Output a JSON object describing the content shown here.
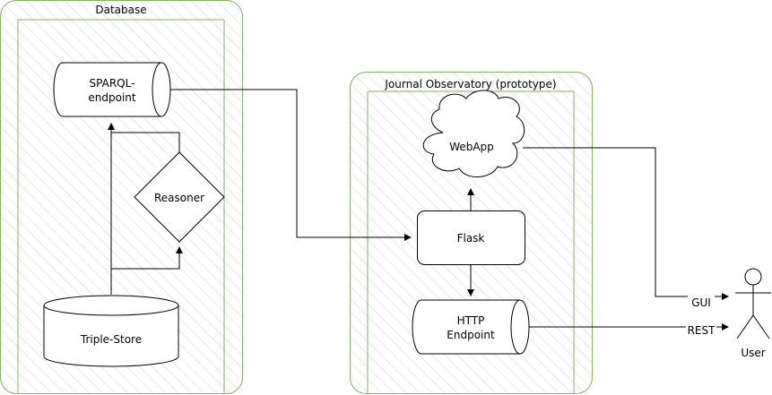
{
  "containers": {
    "database": {
      "title": "Database"
    },
    "observatory": {
      "title": "Journal Observatory (prototype)"
    }
  },
  "nodes": {
    "sparql": {
      "line1": "SPARQL-",
      "line2": "endpoint"
    },
    "reasoner": {
      "label": "Reasoner"
    },
    "triplestore": {
      "label": "Triple-Store"
    },
    "webapp": {
      "label": "WebApp"
    },
    "flask": {
      "label": "Flask"
    },
    "http": {
      "line1": "HTTP",
      "line2": "Endpoint"
    },
    "user": {
      "label": "User"
    }
  },
  "edges": {
    "gui": {
      "label": "GUI"
    },
    "rest": {
      "label": "REST"
    }
  },
  "colors": {
    "container_border": "#82b366",
    "hatch": "#d9d9d9",
    "stroke": "#000000",
    "fill": "#ffffff"
  }
}
